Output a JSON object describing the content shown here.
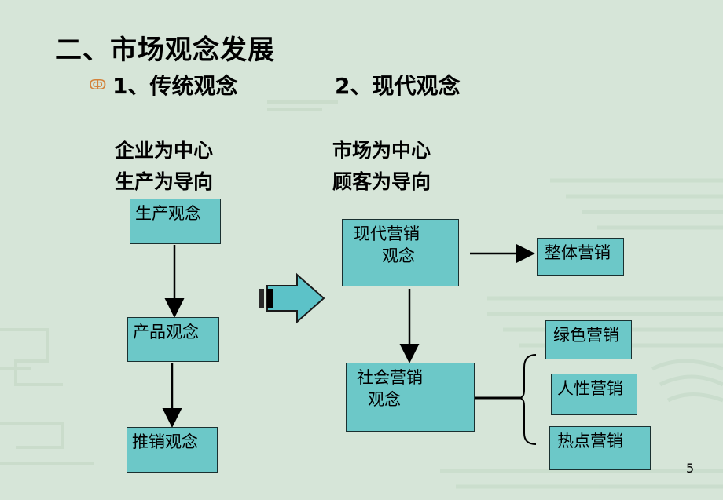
{
  "slide": {
    "title": "二、市场观念发展",
    "bullet_icon": "decorative-bullet-icon",
    "subtitle_left": "1、传统观念",
    "subtitle_right": "2、现代观念",
    "left_desc": [
      "企业为中心",
      "生产为导向"
    ],
    "right_desc": [
      "市场为中心",
      "顾客为导向"
    ],
    "page_number": "5"
  },
  "left_chain": [
    "生产观念",
    "产品观念",
    "推销观念"
  ],
  "right_boxes": {
    "modern_marketing": [
      "现代营销",
      "观念"
    ],
    "holistic": "整体营销",
    "social_marketing": [
      "社会营销",
      "观念"
    ],
    "green": "绿色营销",
    "human": "人性营销",
    "hotspot": "热点营销"
  },
  "colors": {
    "background": "#d6e5d8",
    "box_fill": "#6cc8c8",
    "bullet": "#d4823a"
  }
}
